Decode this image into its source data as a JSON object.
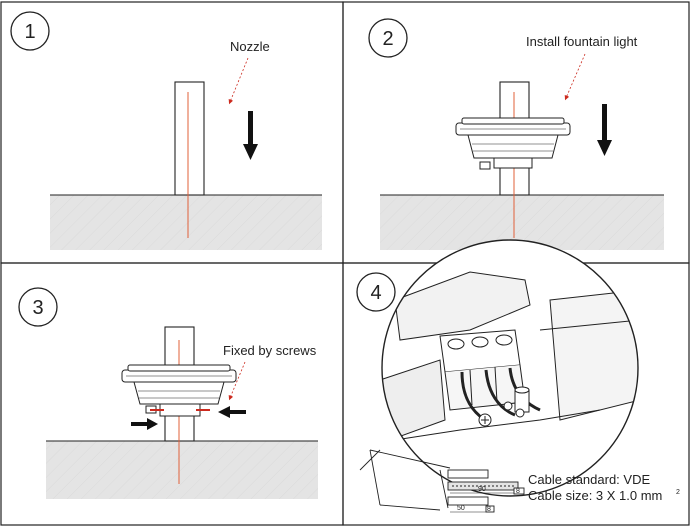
{
  "steps": [
    {
      "number": "1",
      "label": "Nozzle"
    },
    {
      "number": "2",
      "label": "Install fountain light"
    },
    {
      "number": "3",
      "label": "Fixed by screws"
    },
    {
      "number": "4",
      "label": ""
    }
  ],
  "cable": {
    "standard": "Cable standard: VDE",
    "size": "Cable size: 3 X 1.0 mm",
    "size_superscript": "2",
    "dim_long": "90",
    "dim_short": "50",
    "dim_mark": "8"
  },
  "colors": {
    "line": "#222222",
    "ground_fill": "#e4e4e4",
    "axis_red": "#e0603a",
    "arrow_red": "#cc2a1e"
  }
}
